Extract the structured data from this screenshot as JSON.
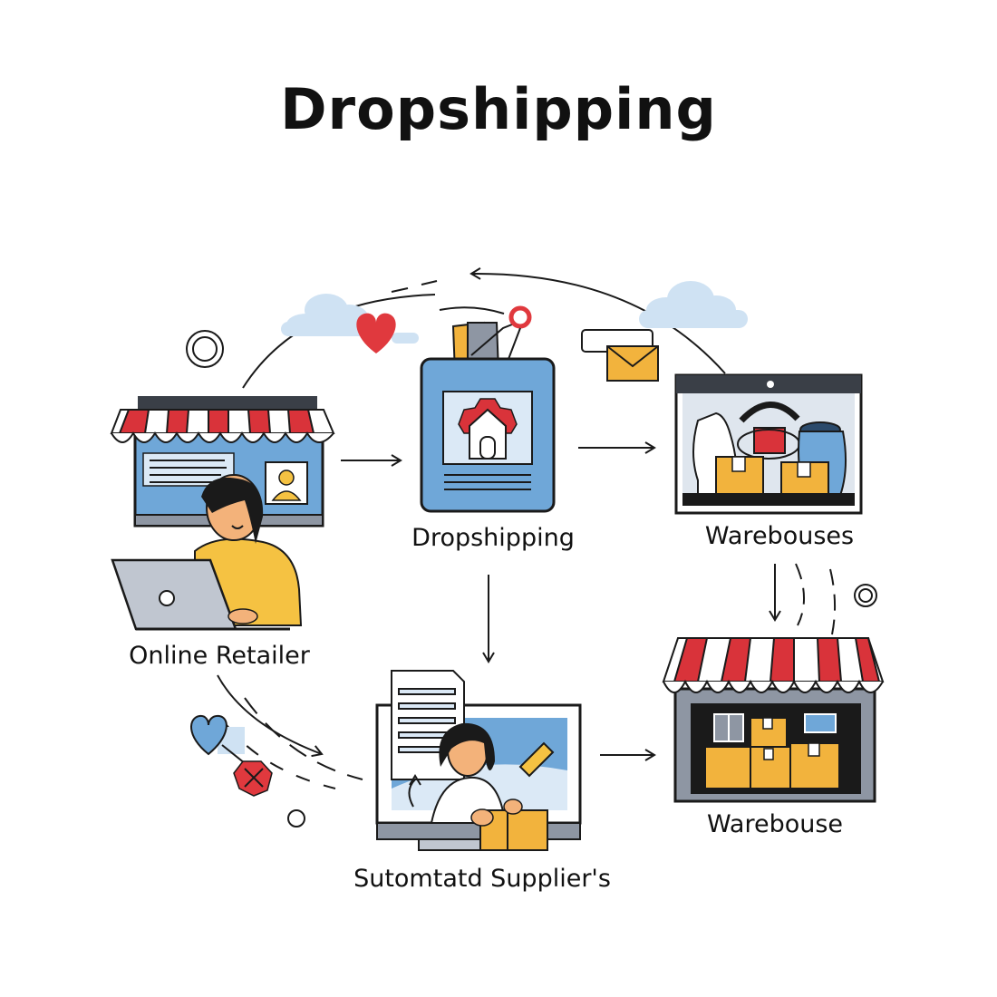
{
  "title": "Dropshipping",
  "nodes": {
    "retailer": {
      "label": "Online Retailer",
      "icon": "retailer-storefront-icon"
    },
    "hub": {
      "label": "Dropshipping",
      "icon": "dropshipping-tablet-icon"
    },
    "warehouses": {
      "label": "Warebouses",
      "icon": "warehouses-window-icon"
    },
    "suppliers": {
      "label": "Sutomtatd Supplier's",
      "icon": "supplier-monitor-icon"
    },
    "warehouse": {
      "label": "Warebouse",
      "icon": "warehouse-storefront-icon"
    }
  },
  "colors": {
    "awning_red": "#d9333a",
    "panel_blue": "#6fa7d8",
    "box_orange": "#f2b33d",
    "person_yellow": "#f5c242",
    "frame_gray": "#8e96a3",
    "cloud_blue": "#cfe2f3",
    "outline": "#1a1a1a"
  }
}
